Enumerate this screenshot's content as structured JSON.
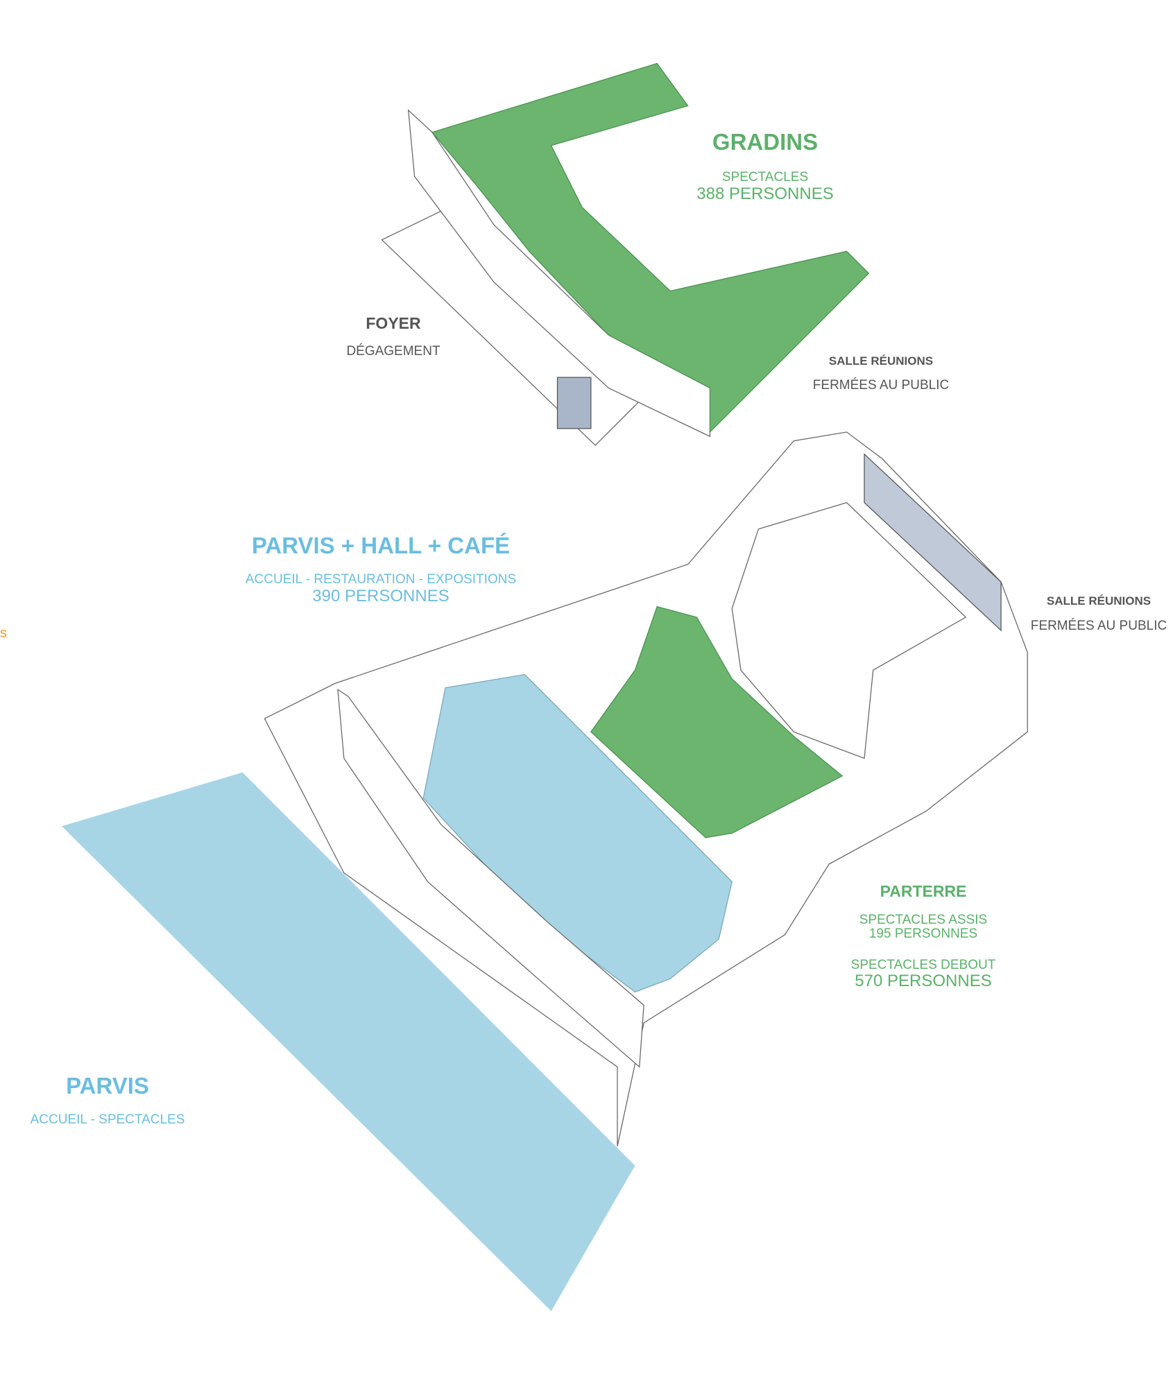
{
  "colors": {
    "green": "#5cb06a",
    "blue": "#6bbde0",
    "blue_fill": "#a8d5e5",
    "green_fill": "#6bb56e",
    "grey": "#555555",
    "orange": "#f0a030"
  },
  "gradins": {
    "title": "GRADINS",
    "subtitle": "SPECTACLES",
    "capacity": "388 PERSONNES"
  },
  "foyer": {
    "title": "FOYER",
    "subtitle": "DÉGAGEMENT"
  },
  "salle_reunions_upper": {
    "title": "SALLE RÉUNIONS",
    "subtitle": "FERMÉES AU PUBLIC"
  },
  "salle_reunions_lower": {
    "title": "SALLE RÉUNIONS",
    "subtitle": "FERMÉES AU PUBLIC"
  },
  "hall": {
    "title": "PARVIS + HALL + CAFÉ",
    "subtitle": "ACCUEIL - RESTAURATION - EXPOSITIONS",
    "capacity": "390 PERSONNES"
  },
  "parterre": {
    "title": "PARTERRE",
    "seated_label": "SPECTACLES ASSIS",
    "seated_capacity": "195 PERSONNES",
    "standing_label": "SPECTACLES DEBOUT",
    "standing_capacity": "570 PERSONNES"
  },
  "parvis": {
    "title": "PARVIS",
    "subtitle": "ACCUEIL - SPECTACLES"
  },
  "edge_fragment": "s"
}
